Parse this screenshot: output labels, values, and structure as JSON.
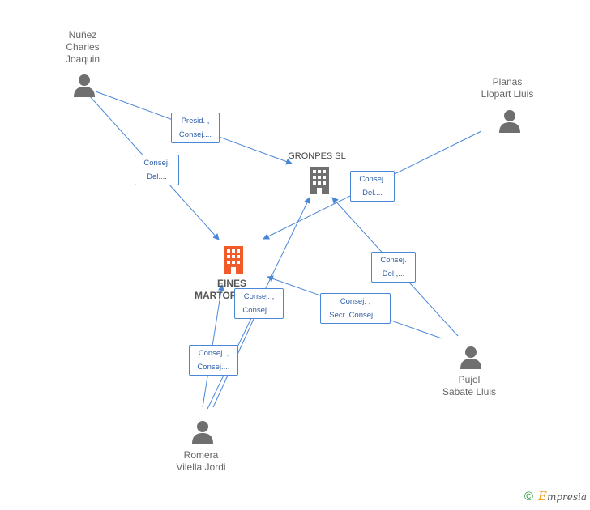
{
  "nodes": {
    "nunez": {
      "lines": [
        "Nuñez",
        "Charles",
        "Joaquin"
      ]
    },
    "planas": {
      "lines": [
        "Planas",
        "Llopart Lluis"
      ]
    },
    "pujol": {
      "lines": [
        "Pujol",
        "Sabate Lluis"
      ]
    },
    "romera": {
      "lines": [
        "Romera",
        "Vilella Jordi"
      ]
    },
    "gronpes": {
      "name": "GRONPES SL"
    },
    "eines": {
      "lines": [
        "EINES",
        "MARTOR"
      ]
    }
  },
  "edges": {
    "nunez_gronpes": [
      "Presid. ,",
      "Consej...."
    ],
    "nunez_eines": [
      "Consej.",
      "Del...."
    ],
    "planas_eines": [
      "Consej.",
      "Del...."
    ],
    "pujol_gronpes": [
      "Consej.",
      "Del.,..."
    ],
    "pujol_eines": [
      "Consej. ,",
      "Secr.,Consej...."
    ],
    "romera_gronpes": [
      "Consej. ,",
      "Consej...."
    ],
    "romera_eines": [
      "Consej. ,",
      "Consej...."
    ]
  },
  "colors": {
    "edge": "#4a86d8",
    "person": "#6f6f6f",
    "company_main": "#f15a29",
    "company_other": "#6f6f6f"
  },
  "footer": {
    "copyright_symbol": "©",
    "brand_first": "E",
    "brand_rest": "mpresia"
  }
}
